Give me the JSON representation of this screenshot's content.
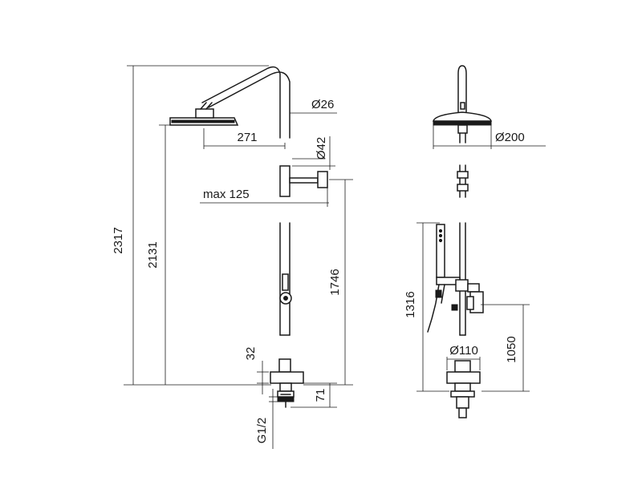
{
  "dimensions": {
    "total_height": "2317",
    "showerhead_height": "2131",
    "arm_reach": "271",
    "pipe_diameter": "Ø26",
    "connector_diameter": "Ø42",
    "max_offset": "max 125",
    "mixer_height": "1746",
    "base_plate": "32",
    "base_height": "71",
    "thread": "G1/2",
    "head_diameter": "Ø200",
    "hand_shower_height": "1316",
    "flange_diameter": "Ø110",
    "diverter_height": "1050"
  }
}
